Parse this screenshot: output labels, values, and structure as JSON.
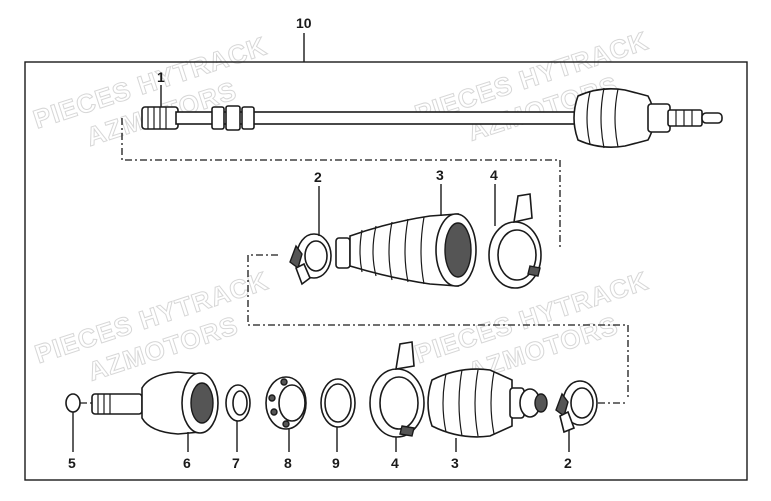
{
  "watermark": {
    "line1": "PIECES HYTRACK",
    "line2": "AZMOTORS"
  },
  "callouts": {
    "assembly": "10",
    "top_pin": "1",
    "upper_row": [
      "2",
      "3",
      "4"
    ],
    "bottom_row": [
      "5",
      "6",
      "7",
      "8",
      "9",
      "4",
      "3",
      "2"
    ]
  }
}
